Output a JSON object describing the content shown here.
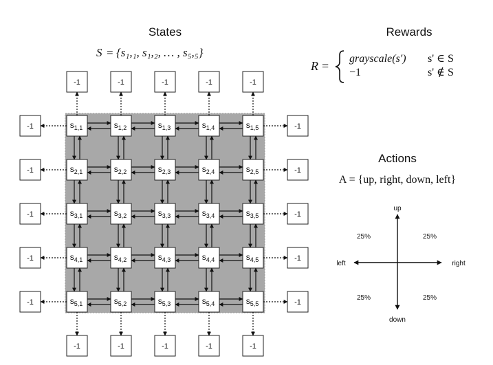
{
  "states": {
    "title": "States",
    "set_lhs": "S",
    "set_rhs": "{s₁,₁, s₁,₂, … , s₅,₅}",
    "cell_prefix": "s",
    "rows": 5,
    "cols": 5,
    "boundary_reward": "-1"
  },
  "rewards": {
    "title": "Rewards",
    "lhs": "R",
    "case1_value": "grayscale(s′)",
    "case1_condition": "s' ∈ S",
    "case2_value": "−1",
    "case2_condition": "s' ∉ S"
  },
  "actions": {
    "title": "Actions",
    "set_text": "A = {up, right, down, left}",
    "up": "up",
    "down": "down",
    "left": "left",
    "right": "right",
    "prob_top_left": "25%",
    "prob_top_right": "25%",
    "prob_bottom_left": "25%",
    "prob_bottom_right": "25%"
  },
  "colors": {
    "grid_fill": "#a8a8a8",
    "box_border": "#222222",
    "arrow": "#111111"
  }
}
